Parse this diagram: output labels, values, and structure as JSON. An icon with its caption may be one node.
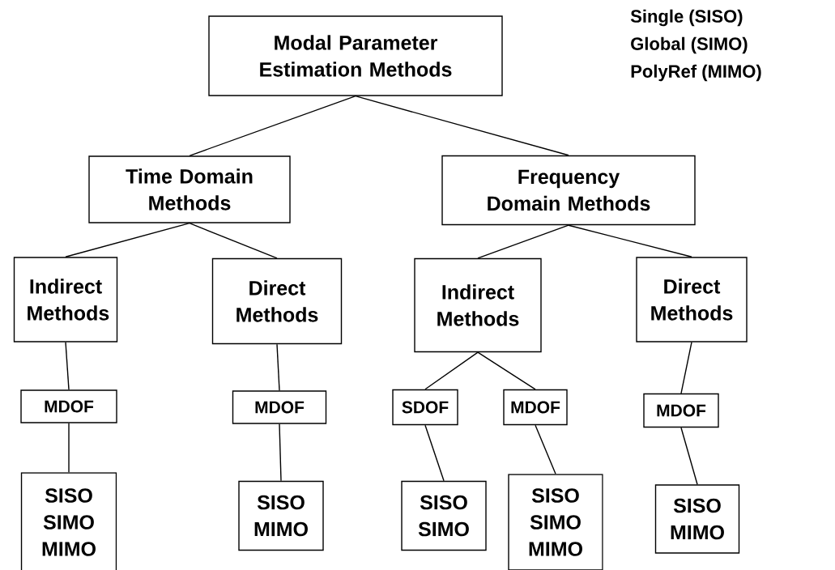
{
  "diagram": {
    "nodes": [
      {
        "text": [
          "Modal Parameter Estimation Methods"
        ]
      },
      {
        "text": [
          "Time Domain Methods"
        ]
      },
      {
        "text": [
          "Frequency Domain Methods"
        ]
      },
      {
        "text": [
          "Indirect Methods"
        ]
      },
      {
        "text": [
          "Direct Methods"
        ]
      },
      {
        "text": [
          "Indirect Methods"
        ]
      },
      {
        "text": [
          "Direct Methods"
        ]
      },
      {
        "text": [
          "MDOF"
        ]
      },
      {
        "text": [
          "MDOF"
        ]
      },
      {
        "text": [
          "SDOF"
        ]
      },
      {
        "text": [
          "MDOF"
        ]
      },
      {
        "text": [
          "MDOF"
        ]
      },
      {
        "text": [
          "SISO SIMO MIMO"
        ]
      },
      {
        "text": [
          "SISO MIMO"
        ]
      },
      {
        "text": [
          "SISO SIMO"
        ]
      },
      {
        "text": [
          "SISO SIMO MIMO"
        ]
      },
      {
        "text": [
          "SISO MIMO"
        ]
      }
    ],
    "edges": [
      {
        "from": 0,
        "to": 1,
        "arrow": "none"
      },
      {
        "from": 0,
        "to": 2,
        "arrow": "none"
      },
      {
        "from": 1,
        "to": 3,
        "arrow": "none"
      },
      {
        "from": 1,
        "to": 4,
        "arrow": "none"
      },
      {
        "from": 2,
        "to": 5,
        "arrow": "none"
      },
      {
        "from": 2,
        "to": 6,
        "arrow": "none"
      },
      {
        "from": 3,
        "to": 7,
        "arrow": "none"
      },
      {
        "from": 4,
        "to": 8,
        "arrow": "none"
      },
      {
        "from": 5,
        "to": 9,
        "arrow": "none"
      },
      {
        "from": 5,
        "to": 10,
        "arrow": "none"
      },
      {
        "from": 6,
        "to": 11,
        "arrow": "none"
      },
      {
        "from": 7,
        "to": 12,
        "arrow": "none"
      },
      {
        "from": 8,
        "to": 13,
        "arrow": "none"
      },
      {
        "from": 9,
        "to": 14,
        "arrow": "none"
      },
      {
        "from": 10,
        "to": 15,
        "arrow": "none"
      },
      {
        "from": 11,
        "to": 16,
        "arrow": "none"
      }
    ],
    "labels": [
      "Single (SISO)",
      "Global (SIMO)",
      "PolyRef (MIMO)"
    ]
  }
}
